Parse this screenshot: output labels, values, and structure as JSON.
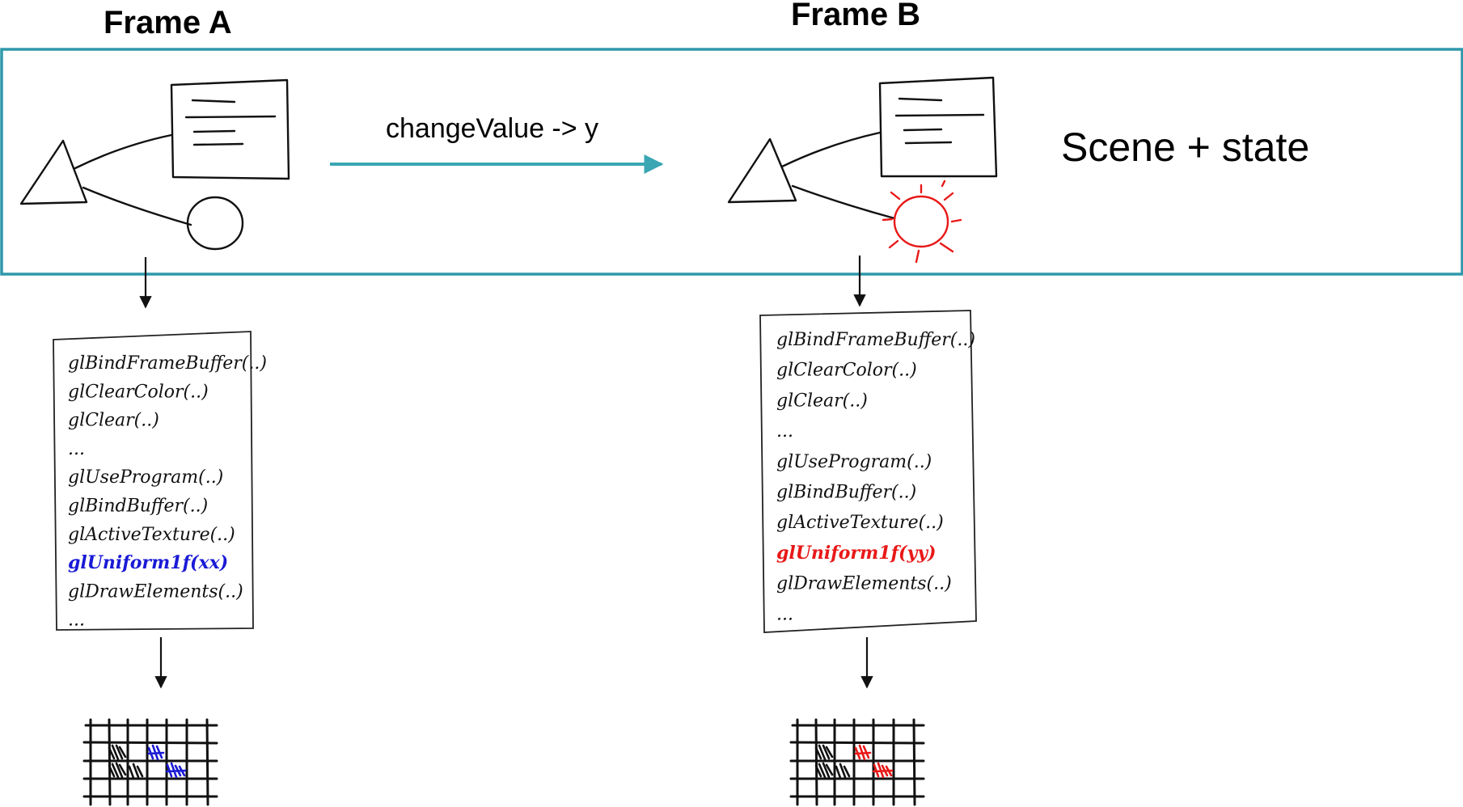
{
  "frames": {
    "a_title": "Frame A",
    "b_title": "Frame B"
  },
  "transition_label": "changeValue -> y",
  "scene_label": "Scene + state",
  "colors": {
    "scene_border": "#2f98aa",
    "arrow": "#3aa6b3",
    "changed_a": "#1a1ad6",
    "changed_b": "#e81818",
    "ink": "#111111"
  },
  "command_list_a": {
    "lines": [
      {
        "text": "glBindFrameBuffer(..)",
        "highlight": false
      },
      {
        "text": "glClearColor(..)",
        "highlight": false
      },
      {
        "text": "glClear(..)",
        "highlight": false
      },
      {
        "text": "...",
        "highlight": false
      },
      {
        "text": "glUseProgram(..)",
        "highlight": false
      },
      {
        "text": "glBindBuffer(..)",
        "highlight": false
      },
      {
        "text": "glActiveTexture(..)",
        "highlight": false
      },
      {
        "text": "glUniform1f(xx)",
        "highlight": true
      },
      {
        "text": "glDrawElements(..)",
        "highlight": false
      },
      {
        "text": "...",
        "highlight": false
      }
    ]
  },
  "command_list_b": {
    "lines": [
      {
        "text": "glBindFrameBuffer(..)",
        "highlight": false
      },
      {
        "text": "glClearColor(..)",
        "highlight": false
      },
      {
        "text": "glClear(..)",
        "highlight": false
      },
      {
        "text": "...",
        "highlight": false
      },
      {
        "text": "glUseProgram(..)",
        "highlight": false
      },
      {
        "text": "glBindBuffer(..)",
        "highlight": false
      },
      {
        "text": "glActiveTexture(..)",
        "highlight": false
      },
      {
        "text": "glUniform1f(yy)",
        "highlight": true
      },
      {
        "text": "glDrawElements(..)",
        "highlight": false
      },
      {
        "text": "...",
        "highlight": false
      }
    ]
  }
}
